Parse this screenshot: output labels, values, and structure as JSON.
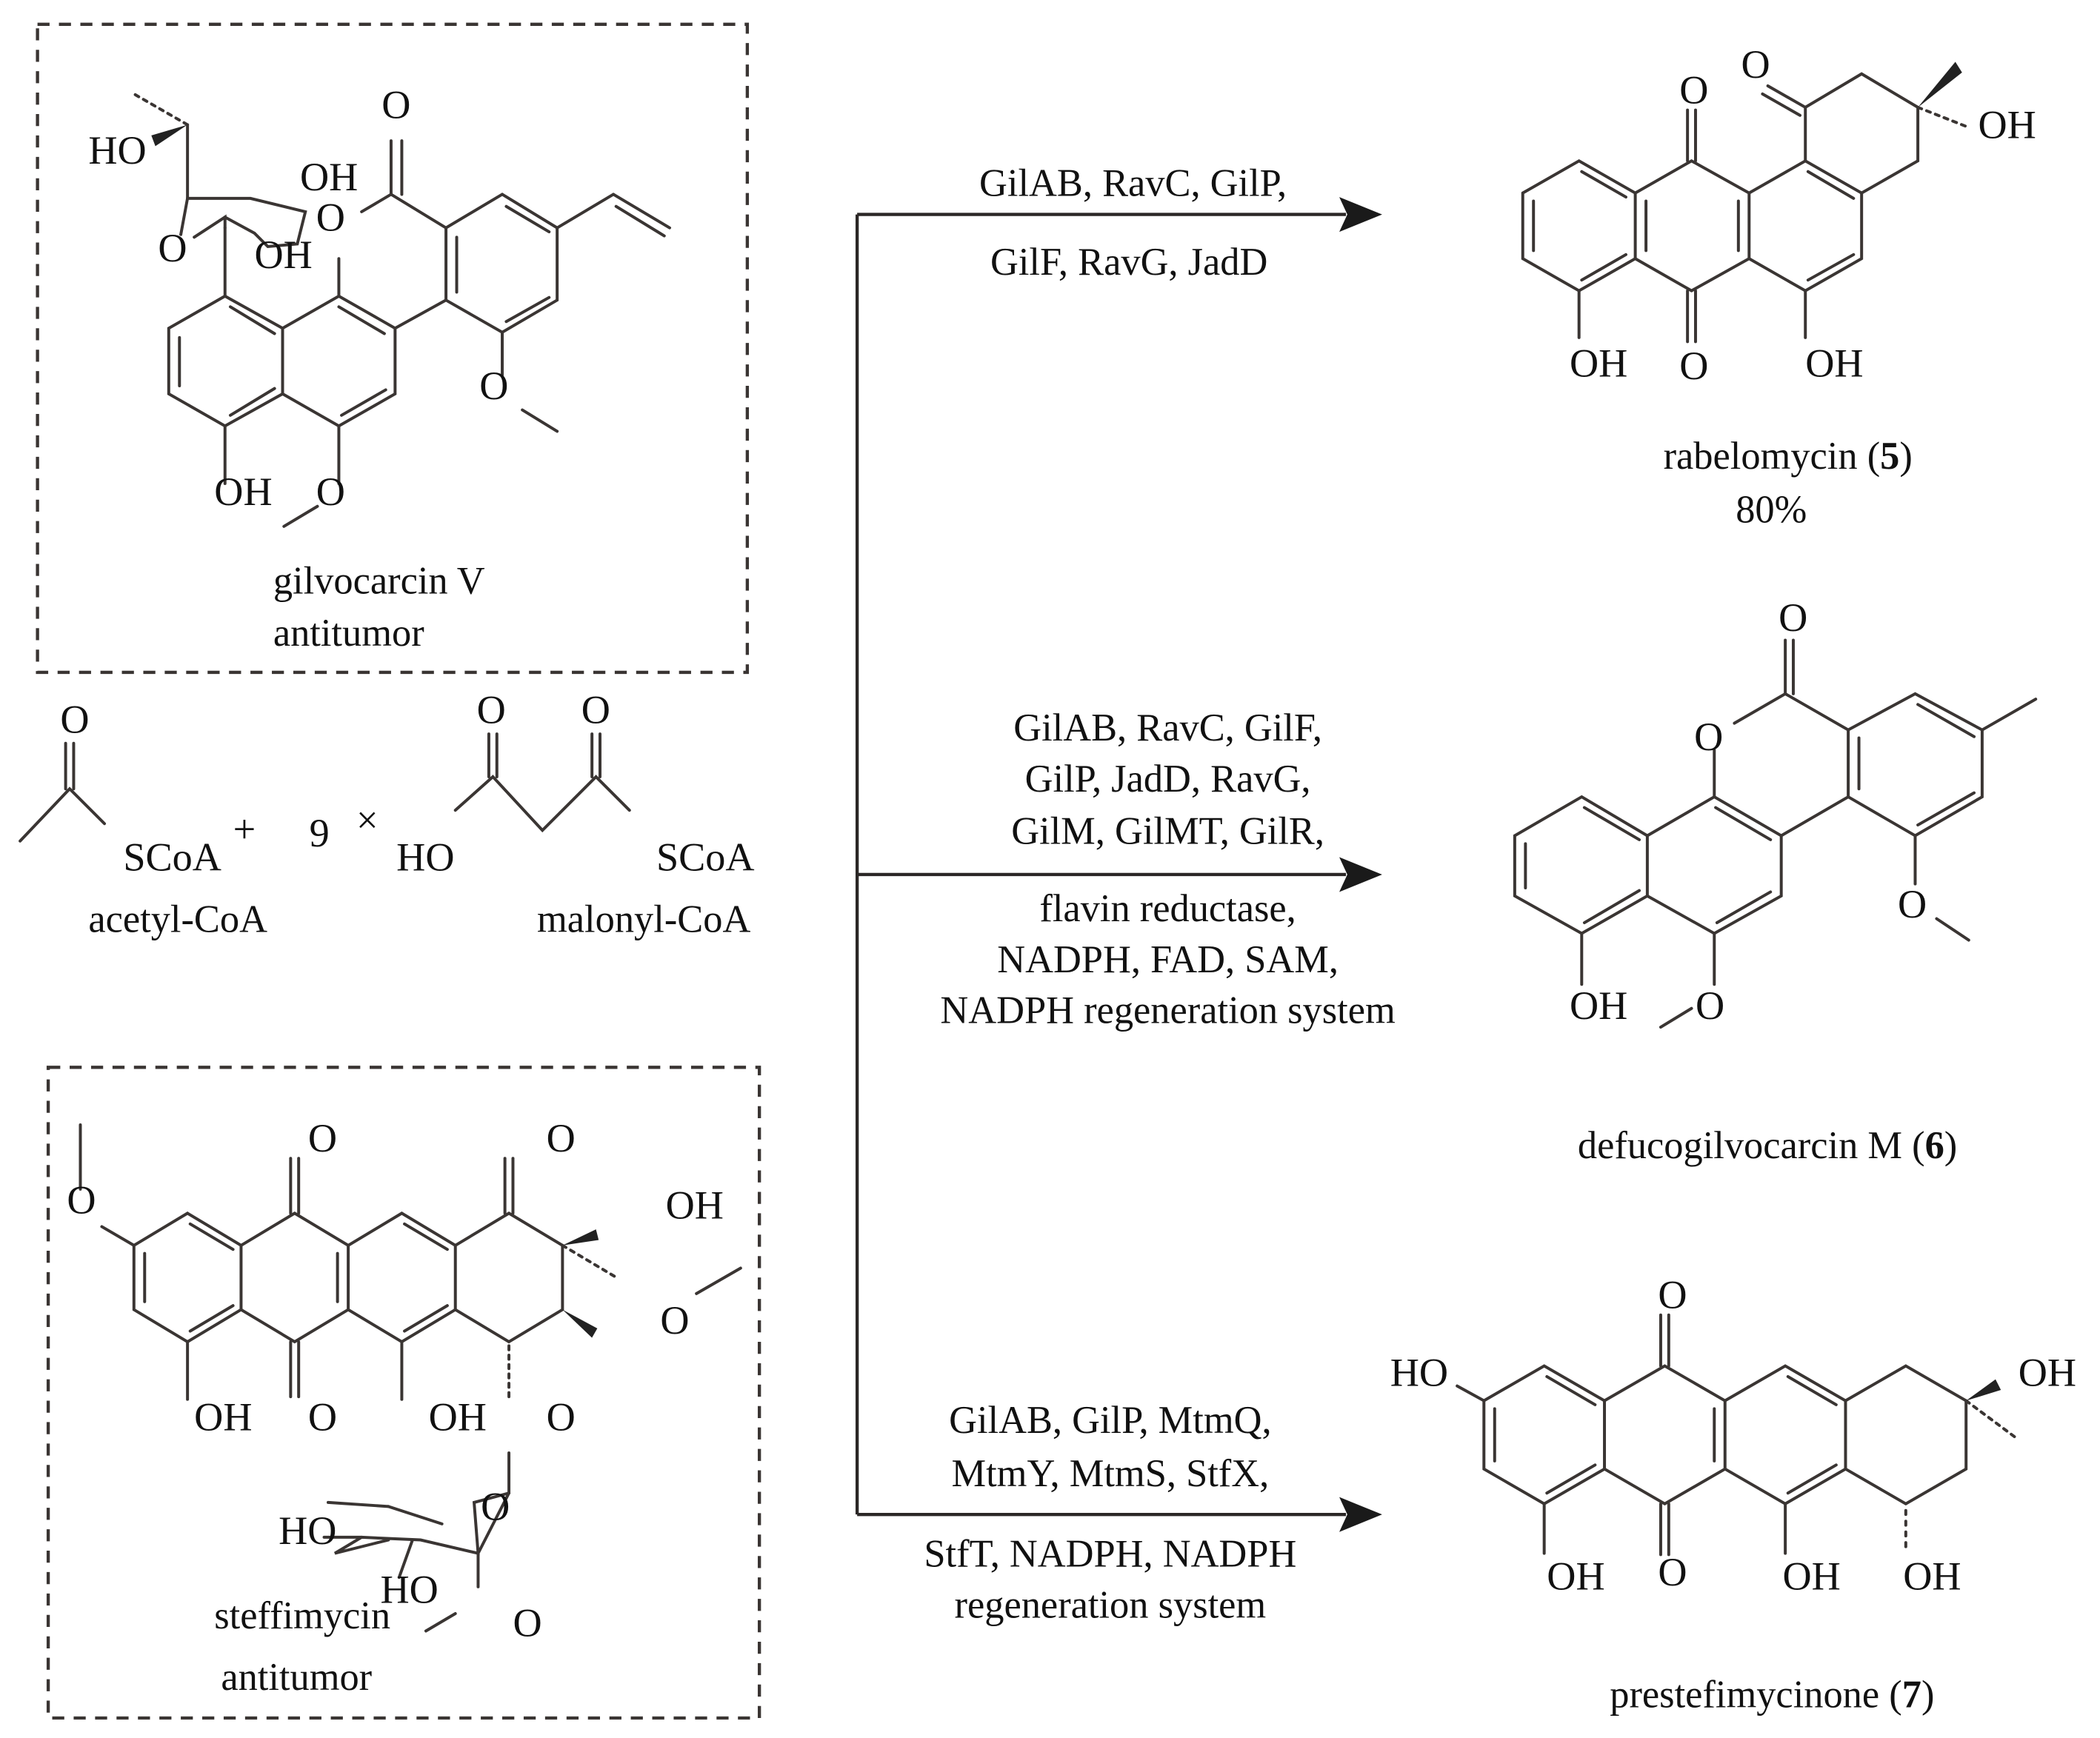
{
  "figure": {
    "type": "biosynthetic pathway scheme",
    "colors": {
      "line": "#3a3533",
      "text": "#111111",
      "background": "#ffffff"
    }
  },
  "starting_materials": {
    "acetyl_coa": {
      "name": "acetyl-CoA",
      "group_label": "SCoA",
      "carbonyl_O": "O"
    },
    "plus": "+",
    "multiplier": "9",
    "times": "×",
    "malonyl_coa": {
      "name": "malonyl-CoA",
      "acid_label": "HO",
      "group_label": "SCoA",
      "carbonyl_O1": "O",
      "carbonyl_O2": "O"
    }
  },
  "natural_products": [
    {
      "name": "gilvocarcin V",
      "activity": "antitumor",
      "atoms": {
        "HO_sugar": "HO",
        "OH_sugar1": "OH",
        "OH_sugar2": "OH",
        "O_ring": "O",
        "O_lactone": "O",
        "O_carbonyl": "O",
        "OH_bottom": "OH",
        "O_methoxy1": "O",
        "O_methoxy2": "O"
      }
    },
    {
      "name": "steffimycin",
      "activity": "antitumor",
      "atoms": {
        "O_methoxy_left": "O",
        "O_quinone_top": "O",
        "O_ketone_top": "O",
        "OH_right": "OH",
        "O_methoxy_right": "O",
        "OH_left": "OH",
        "O_quinone_bottom": "O",
        "OH_mid": "OH",
        "O_glycoside": "O",
        "O_sugar_ring": "O",
        "HO_sugar1": "HO",
        "HO_sugar2": "HO",
        "O_sugar_methoxy": "O"
      }
    }
  ],
  "reactions": [
    {
      "conditions_above": [
        "GilAB, RavC, GilP,"
      ],
      "conditions_below": [
        "GilF, RavG, JadD"
      ],
      "product": {
        "name": "rabelomycin",
        "number": "5",
        "yield": "80%",
        "atoms": {
          "O_top_ketone": "O",
          "O_quinone_top": "O",
          "OH_right": "OH",
          "OH_left": "OH",
          "O_quinone_bottom": "O",
          "OH_mid": "OH"
        }
      }
    },
    {
      "conditions_above": [
        "GilAB, RavC, GilF,",
        "GilP, JadD, RavG,",
        "GilM, GilMT, GilR,"
      ],
      "conditions_below": [
        "flavin reductase,",
        "NADPH, FAD, SAM,",
        "NADPH regeneration system"
      ],
      "product": {
        "name": "defucogilvocarcin M",
        "number": "6",
        "atoms": {
          "O_carbonyl": "O",
          "O_lactone": "O",
          "O_methoxy_right": "O",
          "OH_bottom": "OH",
          "O_methoxy_bottom": "O"
        }
      }
    },
    {
      "conditions_above": [
        "GilAB, GilP, MtmQ,",
        "MtmY, MtmS, StfX,"
      ],
      "conditions_below": [
        "StfT, NADPH, NADPH",
        "regeneration system"
      ],
      "product": {
        "name": "prestefimycinone",
        "number": "7",
        "atoms": {
          "O_quinone_top": "O",
          "HO_left": "HO",
          "OH_right": "OH",
          "OH_left_bottom": "OH",
          "O_quinone_bottom": "O",
          "OH_mid": "OH",
          "OH_ring": "OH"
        }
      }
    }
  ]
}
